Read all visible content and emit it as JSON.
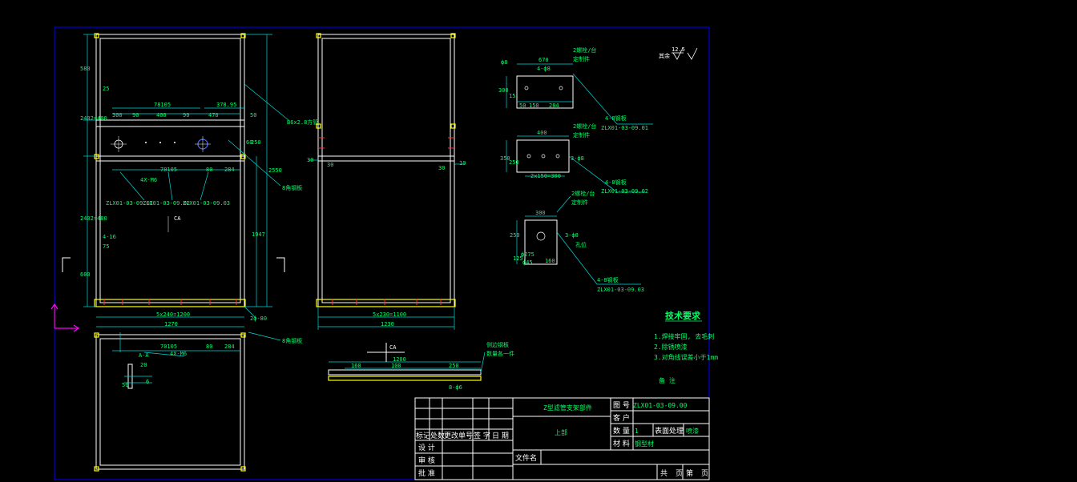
{
  "colors": {
    "background": "#000000",
    "border": "#0000ff",
    "frame": "#ffffff",
    "dimension": "#00d8d8",
    "text": "#00ff66",
    "accent": "#ffff00",
    "axis": "#ff00ff",
    "mark": "#ff3333"
  },
  "front_view": {
    "dims_top": [
      "300",
      "90",
      "400",
      "90",
      "470"
    ],
    "dims_top_total": [
      "78105",
      "378.95"
    ],
    "dim_mid": "70105",
    "dim_mid_sub": [
      "80",
      "284"
    ],
    "dims_bottom": [
      "5x240=1200",
      "1270"
    ],
    "left_dims": [
      "580",
      "2402=480",
      "25",
      "2402=480",
      "4-16",
      "75",
      "600"
    ],
    "right_dims": [
      "50",
      "60",
      "250",
      "2550",
      "1947",
      "2ф-80"
    ],
    "labels": [
      "B6x2.8方管",
      "8角钢板",
      "4X-M6",
      "ZLX01-03-09.01",
      "ZLX01-03-09.02",
      "ZLX01-03-09.03",
      "CA",
      "8角钢板"
    ]
  },
  "side_view": {
    "dims_bottom": [
      "5x230=1100",
      "1230"
    ],
    "left_dims": [
      "30",
      "30"
    ],
    "right_dims": [
      "30",
      "10"
    ]
  },
  "top_view": {
    "dims": [
      "70105",
      "80",
      "284",
      "4X-M6"
    ],
    "section_label": "A-A",
    "section_dims": [
      "20",
      "50",
      "6"
    ]
  },
  "details": {
    "detail1": {
      "dims": [
        "670",
        "4-ф8",
        "ф8",
        "300",
        "150",
        "284",
        "15",
        "50"
      ],
      "labels": [
        "2螺栓/台",
        "定制件",
        "4-8钢板",
        "ZLX01-03-09.01"
      ]
    },
    "detail2": {
      "dims": [
        "400",
        "3-ф8",
        "350",
        "2x150=300",
        "250"
      ],
      "labels": [
        "2螺栓/台",
        "定制件",
        "4-8钢板",
        "ZLX01-03-09.02"
      ]
    },
    "detail3": {
      "dims": [
        "300",
        "3-ф8",
        "250",
        "ф275",
        "ф45",
        "160",
        "125"
      ],
      "labels": [
        "2螺栓/台",
        "定制件",
        "孔位",
        "4-8钢板",
        "ZLX01-03-09.03"
      ]
    },
    "strip": {
      "dims": [
        "1200",
        "160",
        "100",
        "250",
        "8-ф6"
      ],
      "labels": [
        "CA",
        "侧边钢板",
        "数量各一件"
      ]
    }
  },
  "roughness": {
    "label": "其余",
    "value": "12.5"
  },
  "tech_requirements": {
    "title": "技术要求",
    "items": [
      "1.焊接牢固, 去毛刺",
      "2.除锈喷漆",
      "3.对角线误差小于1mm"
    ],
    "note": "备    注"
  },
  "title_block": {
    "part_name": "Z型滤管支架部件",
    "sub_name": "上部",
    "drawing_no_label": "图  号",
    "drawing_no": "ZLX01-03-09.00",
    "client_label": "客  户",
    "quantity_label": "数  量",
    "quantity": "1",
    "surface_label": "表面处理",
    "surface": "喷漆",
    "material_label": "材  料",
    "material": "钢型材",
    "file_label": "文件名",
    "rev_headers": [
      "标记",
      "处数",
      "更改单号",
      "签  字",
      "日  期"
    ],
    "design_label": "设  计",
    "review_label": "审  核",
    "approve_label": "批  准",
    "sheets_label": [
      "共",
      "页",
      "第",
      "页"
    ]
  }
}
